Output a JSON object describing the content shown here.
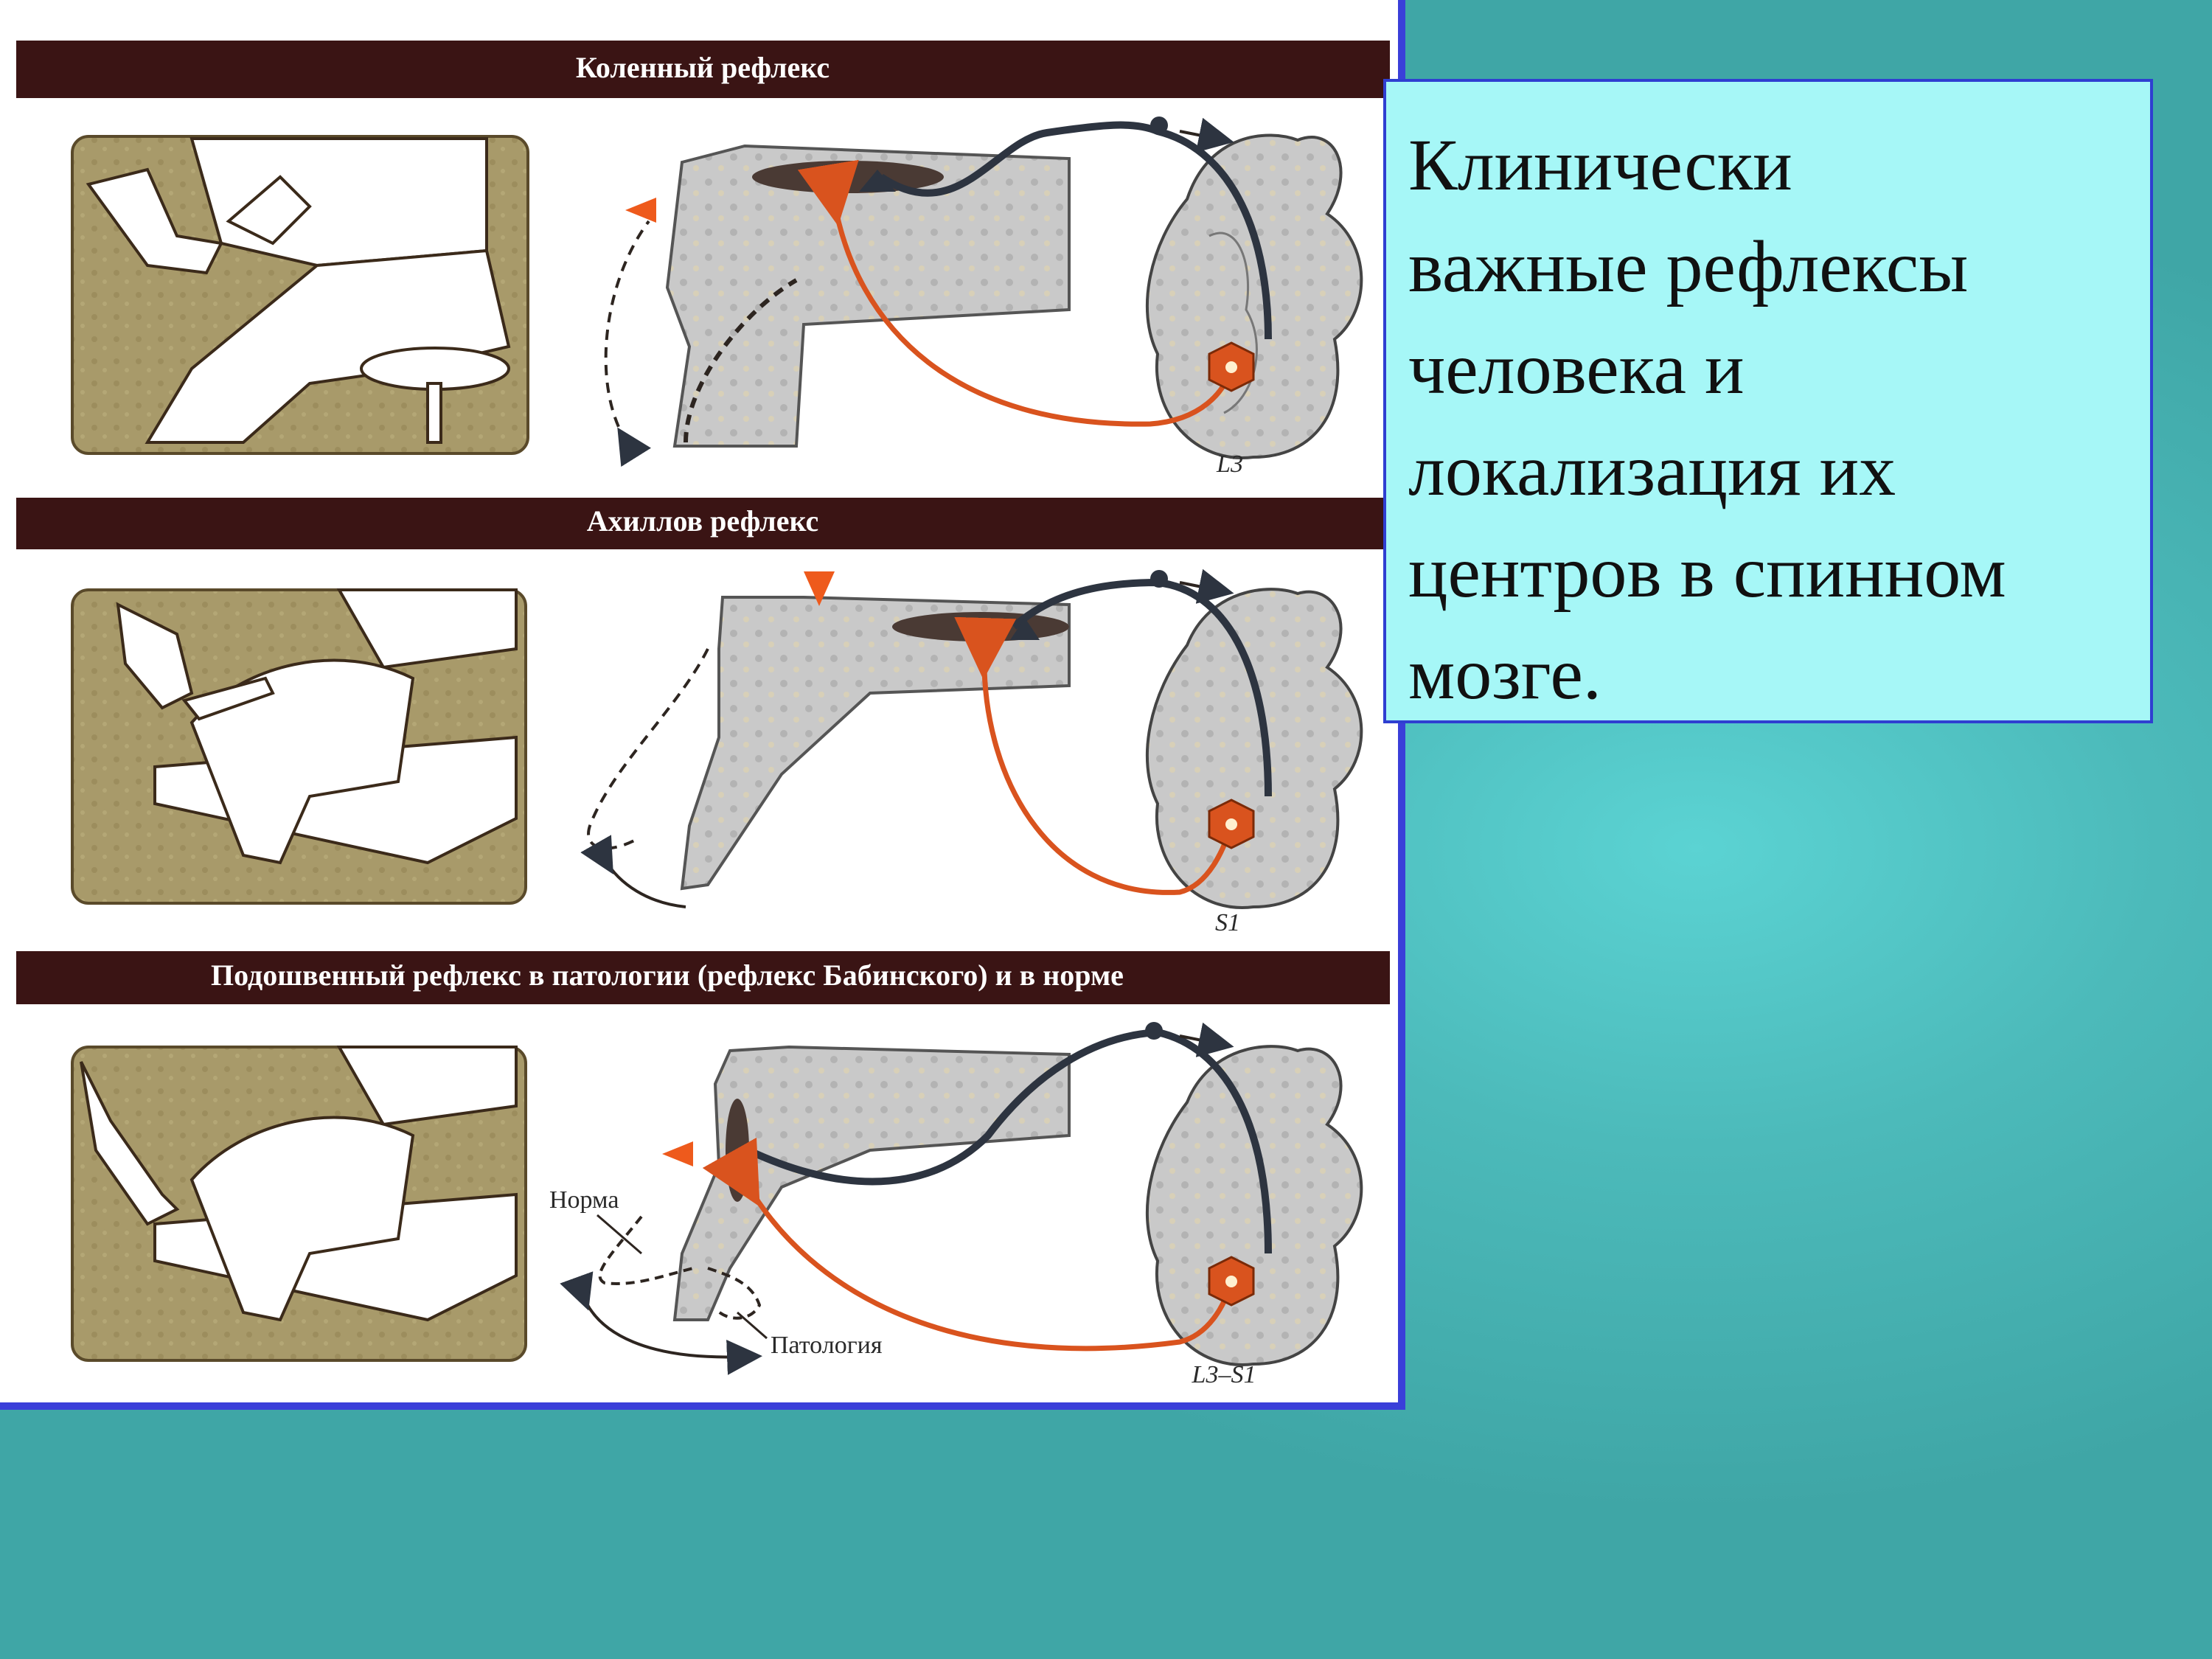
{
  "slide": {
    "heading_lines": [
      "Клинически",
      "важные рефлексы",
      "человека и",
      "локализация их",
      "центров в спинном",
      "мозге."
    ]
  },
  "figure": {
    "panels": [
      {
        "title": "Коленный рефлекс",
        "segment": "L3"
      },
      {
        "title": "Ахиллов рефлекс",
        "segment": "S1"
      },
      {
        "title": "Подошвенный рефлекс в патологии (рефлекс Бабинского) и в норме",
        "segment": "L3–S1",
        "label_norm": "Норма",
        "label_pathology": "Патология"
      }
    ]
  },
  "colors": {
    "band": "#3a1414",
    "photo_bg": "#a89a6a",
    "sensory_path": "#d9531e",
    "motor_path": "#2d3440",
    "stimulus_marker": "#ee5a1c",
    "frame": "#3a3fd9",
    "textbox_bg": "#a6f7f7"
  }
}
